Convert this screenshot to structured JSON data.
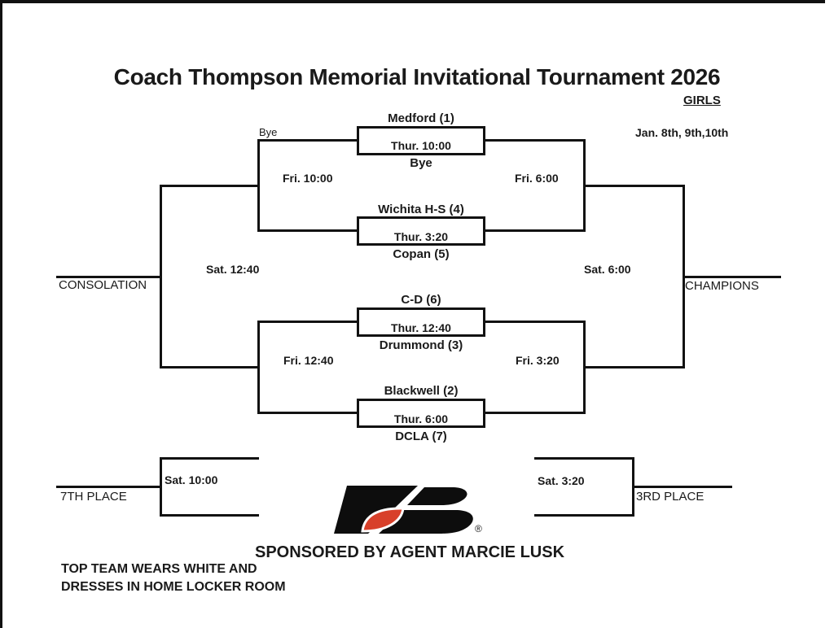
{
  "header": {
    "title": "Coach Thompson Memorial Invitational Tournament 2026",
    "division": "GIRLS",
    "dates": "Jan. 8th, 9th,10th"
  },
  "round1": [
    {
      "top": "Medford (1)",
      "time": "Thur. 10:00",
      "bottom": "Bye"
    },
    {
      "top": "Wichita H-S (4)",
      "time": "Thur. 3:20",
      "bottom": "Copan (5)"
    },
    {
      "top": "C-D (6)",
      "time": "Thur. 12:40",
      "bottom": "Drummond (3)"
    },
    {
      "top": "Blackwell (2)",
      "time": "Thur. 6:00",
      "bottom": "DCLA (7)"
    }
  ],
  "labels": {
    "bye_feed": "Bye",
    "consolation": "CONSOLATION",
    "champions": "CHAMPIONS",
    "seventh_place": "7TH PLACE",
    "third_place": "3RD PLACE"
  },
  "times": {
    "consolation_semi_top": "Fri. 10:00",
    "consolation_semi_bottom": "Fri. 12:40",
    "semifinal_top": "Fri. 6:00",
    "semifinal_bottom": "Fri. 3:20",
    "consolation_final": "Sat. 12:40",
    "championship_final": "Sat. 6:00",
    "seventh_place_game": "Sat. 10:00",
    "third_place_game": "Sat. 3:20"
  },
  "footer": {
    "sponsor": "SPONSORED BY AGENT MARCIE LUSK",
    "registered": "®",
    "note_line1": "TOP TEAM WEARS WHITE AND",
    "note_line2": "DRESSES IN HOME LOCKER ROOM"
  },
  "logo": {
    "name": "farm-bureau-fb-logo",
    "black": "#0d0d0d",
    "red": "#d8402a"
  }
}
